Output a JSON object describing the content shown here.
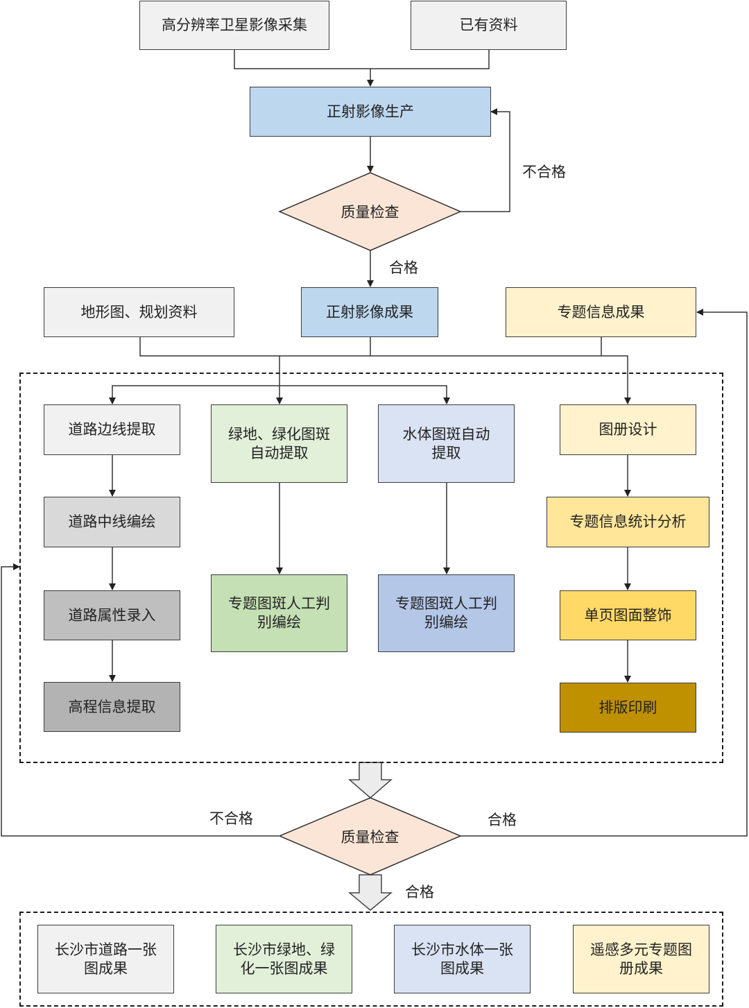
{
  "inputs": {
    "satellite": "高分辨率卫星影像采集",
    "existing": "已有资料"
  },
  "ortho_production": "正射影像生产",
  "quality_check_1": "质量检查",
  "fail_label_1": "不合格",
  "pass_label_1": "合格",
  "middle_row": {
    "terrain": "地形图、规划资料",
    "ortho_result": "正射影像成果",
    "thematic_result": "专题信息成果"
  },
  "road_column": {
    "edge": "道路边线提取",
    "centerline": "道路中线编绘",
    "attribute": "道路属性录入",
    "elevation": "高程信息提取"
  },
  "green_column": {
    "auto": "绿地、绿化图斑自动提取",
    "manual": "专题图斑人工判别编绘"
  },
  "water_column": {
    "auto": "水体图斑自动提取",
    "manual": "专题图斑人工判别编绘"
  },
  "atlas_column": {
    "design": "图册设计",
    "analysis": "专题信息统计分析",
    "layout": "单页图面整饰",
    "print": "排版印刷"
  },
  "quality_check_2": "质量检查",
  "fail_label_2": "不合格",
  "pass_label_2": "合格",
  "pass_label_3": "合格",
  "outputs": {
    "road": "长沙市道路一张图成果",
    "green": "长沙市绿地、绿化一张图成果",
    "water": "长沙市水体一张图成果",
    "atlas": "遥感多元专题图册成果"
  },
  "colors": {
    "grey_light": "#f1f1f1",
    "grey_mid": "#d9d9d9",
    "grey_dark": "#bfbfbf",
    "grey_darker": "#b3b3b3",
    "blue": "#bdd7ee",
    "blue_light": "#dae3f3",
    "blue_mid": "#b4c7e7",
    "green_light": "#e2f0d9",
    "green": "#c5e0b4",
    "yellow_light": "#fff2cc",
    "yellow": "#ffe699",
    "yellow_mid": "#ffd966",
    "gold": "#bf9000",
    "diamond": "#fbe5d6"
  }
}
